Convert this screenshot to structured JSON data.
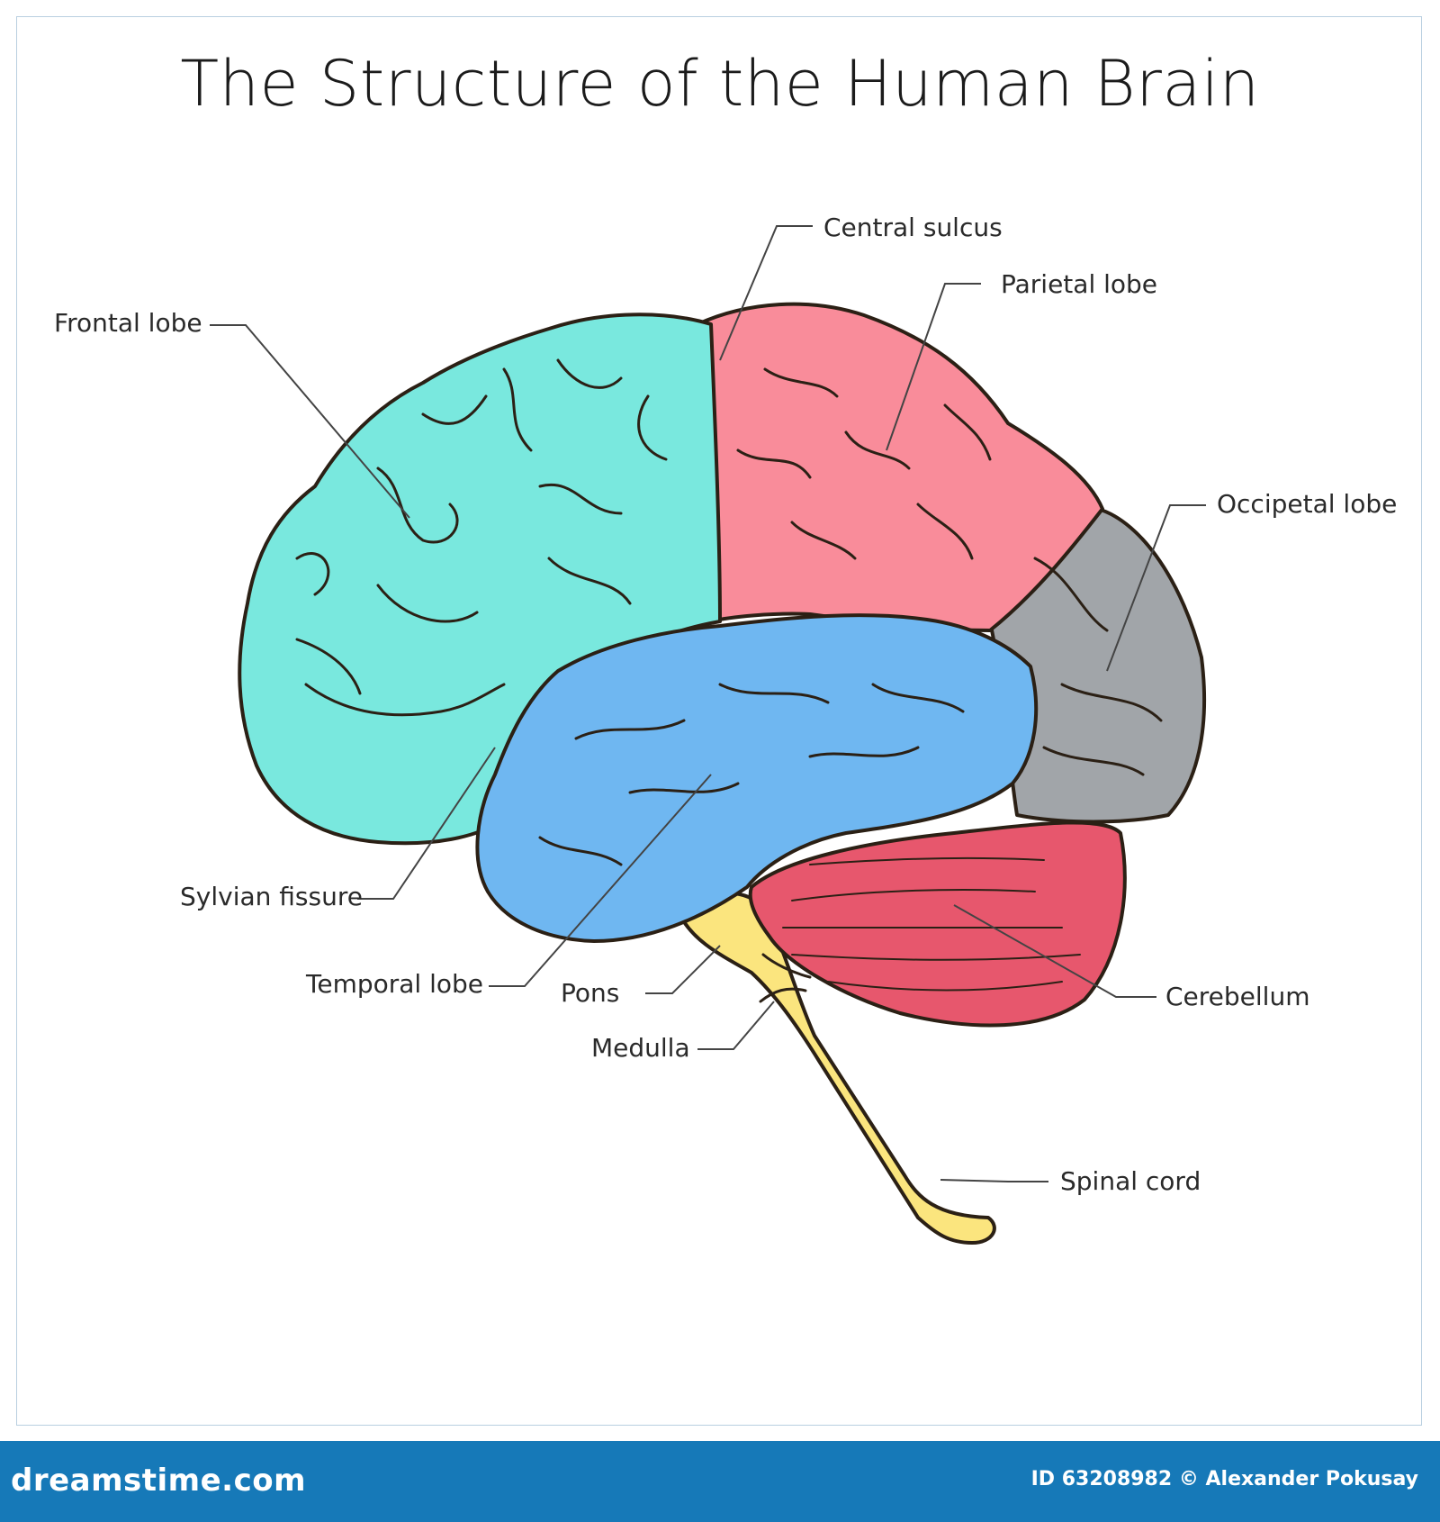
{
  "title": "The Structure of the Human Brain",
  "labels": {
    "central_sulcus": "Central sulcus",
    "parietal_lobe": "Parietal lobe",
    "frontal_lobe": "Frontal lobe",
    "occipetal_lobe": "Occipetal lobe",
    "sylvian_fissure": "Sylvian fissure",
    "temporal_lobe": "Temporal lobe",
    "pons": "Pons",
    "medulla": "Medulla",
    "cerebellum": "Cerebellum",
    "spinal_cord": "Spinal cord"
  },
  "colors": {
    "frontal": "#79e8de",
    "parietal": "#f98c9a",
    "temporal": "#6fb7f1",
    "occipital": "#a1a5a9",
    "cerebellum": "#e7576d",
    "brainstem": "#fbe57e",
    "outline": "#2b2015"
  },
  "footer": {
    "brand": "dreamstime.com",
    "credit": "ID 63208982 © Alexander Pokusay"
  }
}
